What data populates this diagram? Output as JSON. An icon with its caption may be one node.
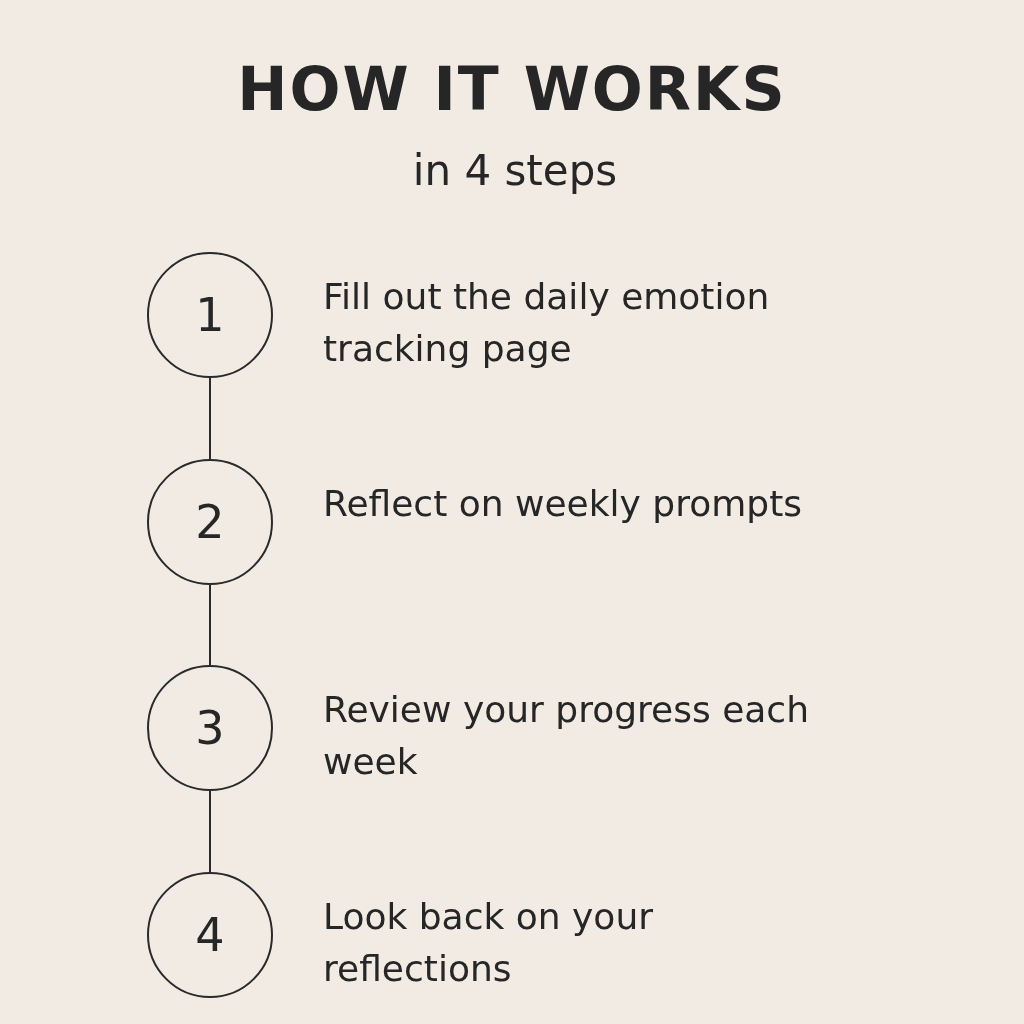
{
  "diagram": {
    "title": "HOW IT WORKS",
    "nodes": [
      {
        "text": [
          "1"
        ],
        "beside": [
          "Fill out the daily emotion tracking page"
        ]
      },
      {
        "text": [
          "2"
        ],
        "beside": [
          "Reflect on weekly prompts"
        ]
      },
      {
        "text": [
          "3"
        ],
        "beside": [
          "Review your progress each week"
        ]
      },
      {
        "text": [
          "4"
        ],
        "beside": [
          "Look back on your reflections"
        ]
      }
    ],
    "edges": [
      {
        "from": 0,
        "to": 1,
        "arrow": "none"
      },
      {
        "from": 1,
        "to": 2,
        "arrow": "none"
      },
      {
        "from": 2,
        "to": 3,
        "arrow": "none"
      }
    ],
    "labels": [
      "in 4 steps"
    ]
  }
}
